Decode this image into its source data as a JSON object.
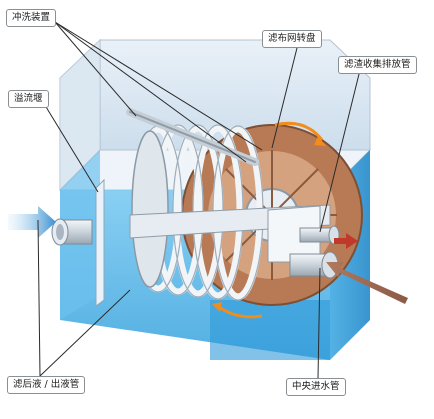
{
  "labels": {
    "flushing_device": "冲洗装置",
    "overflow_weir": "溢流堰",
    "filter_cloth_disc": "滤布网转盘",
    "residue_pipe": "滤渣收集排放管",
    "filtrate_outlet_pipe": "滤后液 / 出液管",
    "central_inlet_pipe": "中央进水管"
  },
  "colors": {
    "tank_glass": "#c9ddef",
    "water": "#5bb8ea",
    "disc_metal": "#dfe6ec",
    "disc_core": "#b77a55",
    "arrow_in": "#2a7fc4",
    "arrow_out": "#c0392b",
    "rotation_arrow": "#f28c1b",
    "leader_line": "#2b2b2b"
  },
  "icons": {
    "inlet_arrow": "arrow-right-icon",
    "residue_outlet_arrow": "arrow-right-icon",
    "central_inlet_arrow": "arrow-left-icon",
    "rotation_arrows": "rotate-arc-icon"
  }
}
